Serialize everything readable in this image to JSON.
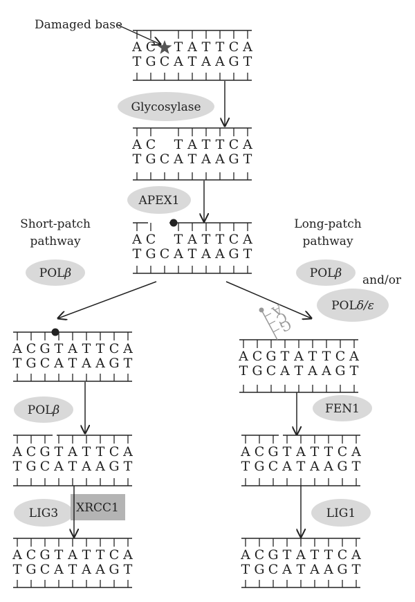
{
  "labels": {
    "damaged_base": "Damaged base",
    "short_patch_line1": "Short-patch",
    "short_patch_line2": "pathway",
    "long_patch_line1": "Long-patch",
    "long_patch_line2": "pathway",
    "and_or": "and/or"
  },
  "enzymes": {
    "glycosylase": "Glycosylase",
    "apex1": "APEX1",
    "pol_beta_prefix": "POL",
    "pol_beta_symbol": "β",
    "pol_delta_prefix": "POL",
    "pol_delta_symbol": "δ/ε",
    "fen1": "FEN1",
    "lig3": "LIG3",
    "xrcc1": "XRCC1",
    "lig1": "LIG1"
  },
  "flap_letters": [
    "A",
    "C",
    "G"
  ],
  "dna": {
    "damaged": {
      "top": [
        "A",
        "C",
        "",
        "T",
        "A",
        "T",
        "T",
        "C",
        "A"
      ],
      "bottom": [
        "T",
        "G",
        "C",
        "A",
        "T",
        "A",
        "A",
        "G",
        "T"
      ]
    },
    "abasic": {
      "top": [
        "A",
        "C",
        "",
        "T",
        "A",
        "T",
        "T",
        "C",
        "A"
      ],
      "bottom": [
        "T",
        "G",
        "C",
        "A",
        "T",
        "A",
        "A",
        "G",
        "T"
      ]
    },
    "nicked": {
      "top": [
        "A",
        "C",
        "",
        "T",
        "A",
        "T",
        "T",
        "C",
        "A"
      ],
      "bottom": [
        "T",
        "G",
        "C",
        "A",
        "T",
        "A",
        "A",
        "G",
        "T"
      ]
    },
    "short_inserted": {
      "top": [
        "A",
        "C",
        "G",
        "T",
        "A",
        "T",
        "T",
        "C",
        "A"
      ],
      "bottom": [
        "T",
        "G",
        "C",
        "A",
        "T",
        "A",
        "A",
        "G",
        "T"
      ]
    },
    "short_nicked": {
      "top": [
        "A",
        "C",
        "G",
        "T",
        "A",
        "T",
        "T",
        "C",
        "A"
      ],
      "bottom": [
        "T",
        "G",
        "C",
        "A",
        "T",
        "A",
        "A",
        "G",
        "T"
      ]
    },
    "short_ligated": {
      "top": [
        "A",
        "C",
        "G",
        "T",
        "A",
        "T",
        "T",
        "C",
        "A"
      ],
      "bottom": [
        "T",
        "G",
        "C",
        "A",
        "T",
        "A",
        "A",
        "G",
        "T"
      ]
    },
    "long_flap": {
      "top": [
        "A",
        "C",
        "G",
        "T",
        "A",
        "T",
        "T",
        "C",
        "A"
      ],
      "bottom": [
        "T",
        "G",
        "C",
        "A",
        "T",
        "A",
        "A",
        "G",
        "T"
      ]
    },
    "long_nicked": {
      "top": [
        "A",
        "C",
        "G",
        "T",
        "A",
        "T",
        "T",
        "C",
        "A"
      ],
      "bottom": [
        "T",
        "G",
        "C",
        "A",
        "T",
        "A",
        "A",
        "G",
        "T"
      ]
    },
    "long_ligated": {
      "top": [
        "A",
        "C",
        "G",
        "T",
        "A",
        "T",
        "T",
        "C",
        "A"
      ],
      "bottom": [
        "T",
        "G",
        "C",
        "A",
        "T",
        "A",
        "A",
        "G",
        "T"
      ]
    }
  },
  "colors": {
    "enzyme_fill": "#d9d9d9",
    "xrcc1_fill": "#b4b4b4",
    "damage_star": "#555555",
    "flap": "#999999",
    "ink": "#222222"
  }
}
